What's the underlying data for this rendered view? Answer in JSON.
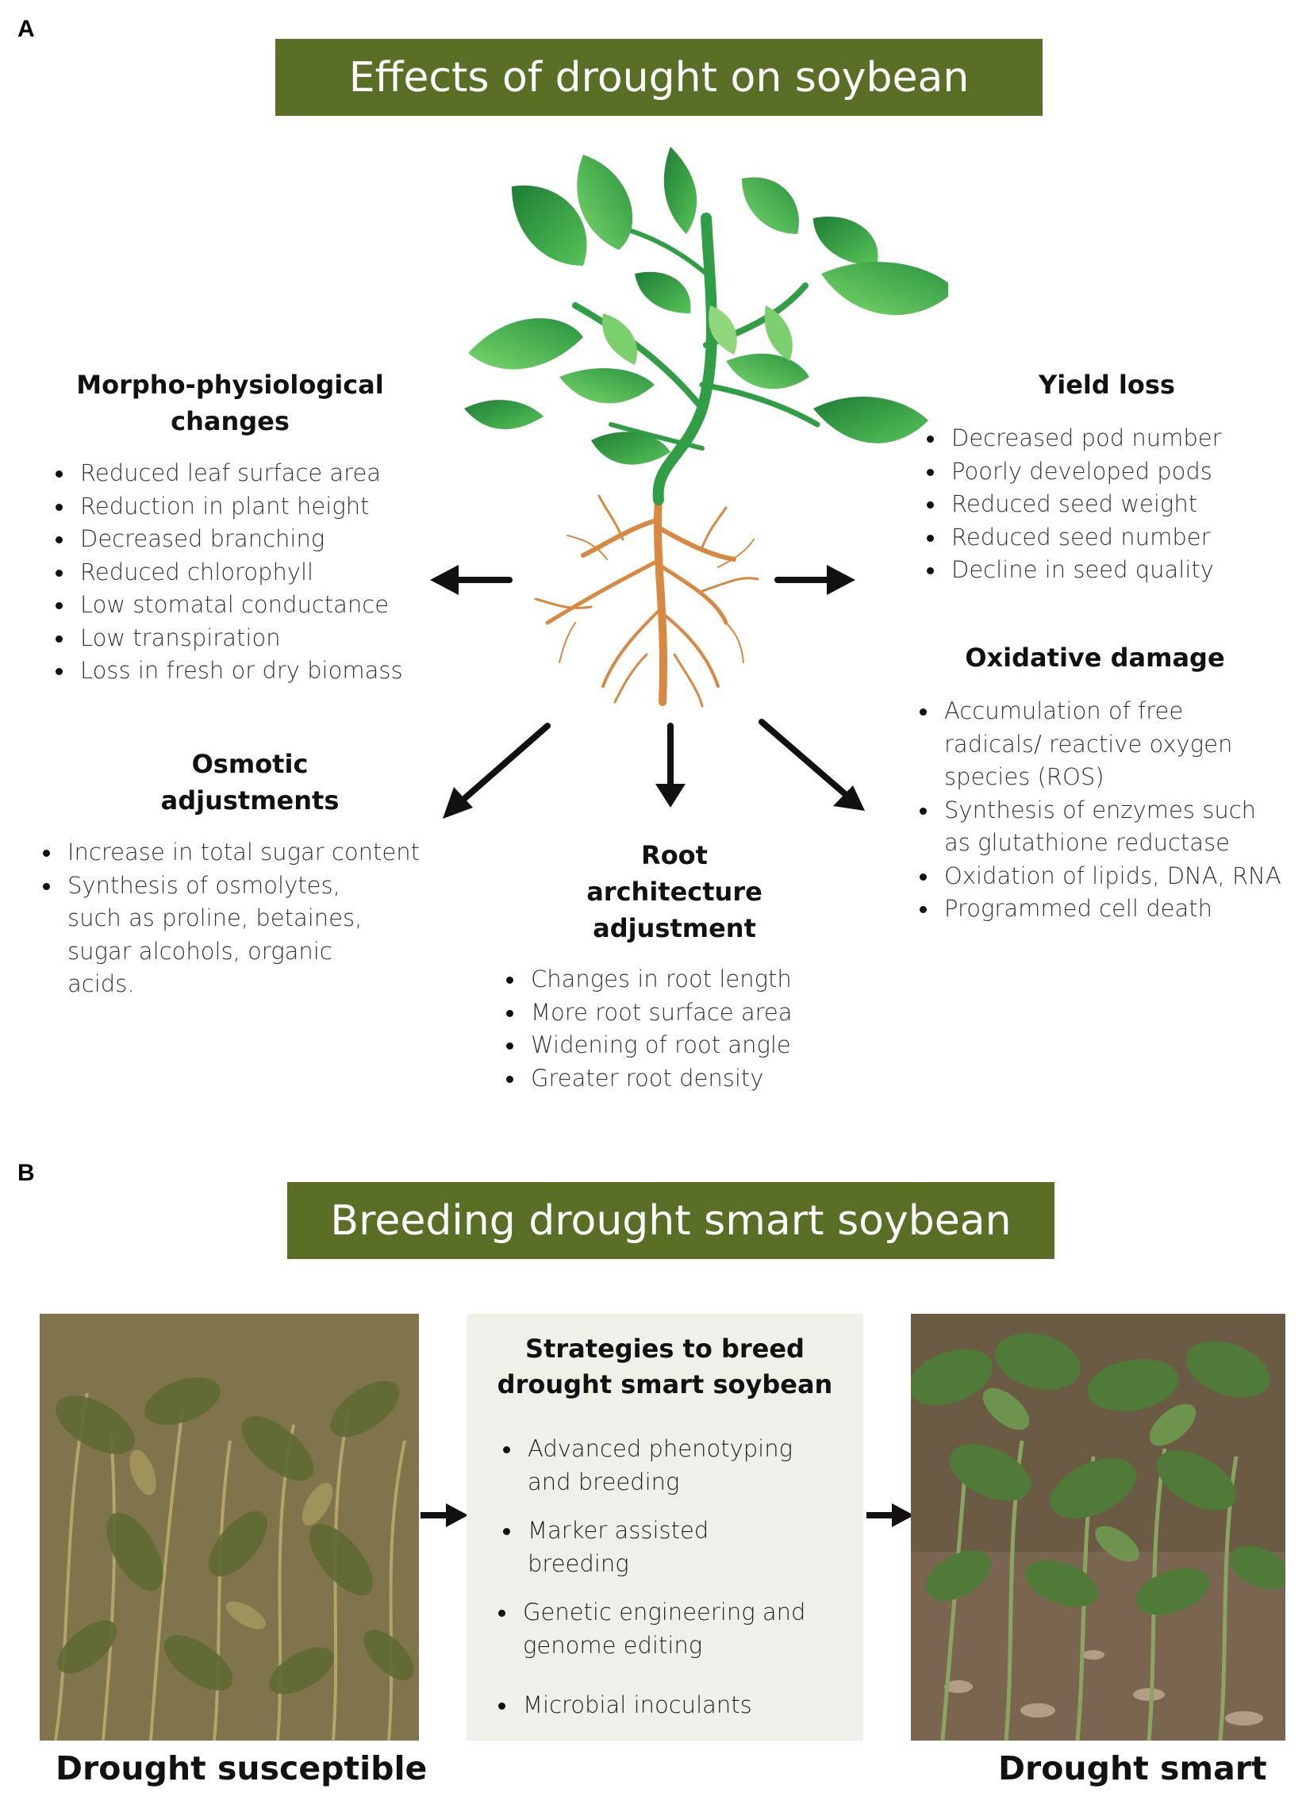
{
  "panel_a": {
    "letter": "A",
    "title": "Effects of drought on soybean",
    "morpho": {
      "heading_line1": "Morpho-physiological",
      "heading_line2": "changes",
      "items": [
        "Reduced leaf surface area",
        "Reduction in plant height",
        "Decreased branching",
        "Reduced chlorophyll",
        "Low stomatal conductance",
        "Low transpiration",
        "Loss in fresh or dry biomass"
      ]
    },
    "yield": {
      "heading": "Yield loss",
      "items": [
        "Decreased pod number",
        "Poorly developed pods",
        "Reduced seed weight",
        "Reduced seed number",
        "Decline in seed  quality"
      ]
    },
    "oxidative": {
      "heading": "Oxidative damage",
      "items": [
        "Accumulation of free radicals/ reactive oxygen species (ROS)",
        "Synthesis of enzymes such as glutathione reductase",
        "Oxidation of lipids, DNA, RNA",
        "Programmed cell death"
      ]
    },
    "osmotic": {
      "heading_line1": "Osmotic",
      "heading_line2": "adjustments",
      "items": [
        "Increase in total sugar content",
        "Synthesis of osmolytes, such as proline, betaines, sugar alcohols, organic acids."
      ]
    },
    "root": {
      "heading_line1": "Root",
      "heading_line2": "architecture",
      "heading_line3": "adjustment",
      "items": [
        "Changes in root length",
        "More root surface area",
        "Widening of root angle",
        "Greater root density"
      ]
    }
  },
  "panel_b": {
    "letter": "B",
    "title": "Breeding drought smart soybean",
    "strategies": {
      "heading_line1": "Strategies to breed",
      "heading_line2": "drought smart soybean",
      "items": [
        "Advanced phenotyping and breeding",
        "Marker assisted breeding",
        "Genetic engineering and genome editing",
        "Microbial inoculants"
      ]
    },
    "left_caption": "Drought susceptible",
    "right_caption": "Drought smart"
  },
  "colors": {
    "banner": "#5a6e25",
    "leaf_dark": "#1f8a3a",
    "leaf_light": "#5ec95a",
    "root": "#d9893f",
    "strategy_box": "#eef0ea"
  }
}
